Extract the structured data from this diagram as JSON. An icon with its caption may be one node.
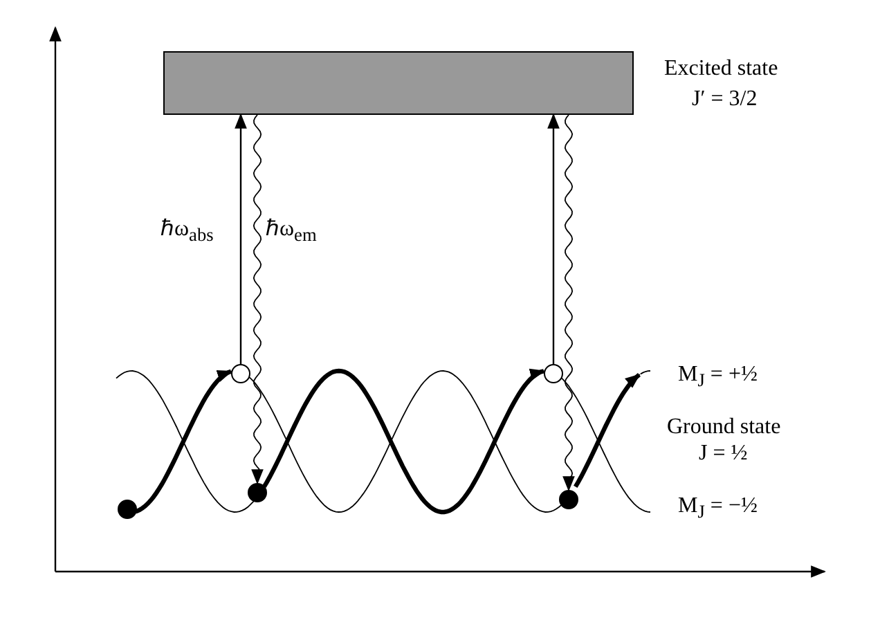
{
  "diagram": {
    "nodes": [
      {
        "text": [],
        "shape": "box",
        "beside": [
          "Excited state",
          "J′ = 3/2"
        ]
      },
      {
        "text": [],
        "shape": "circle"
      },
      {
        "text": [],
        "shape": "circle"
      },
      {
        "text": [],
        "shape": "circle"
      },
      {
        "text": [],
        "shape": "circle"
      },
      {
        "text": [],
        "shape": "circle"
      }
    ],
    "edges": [
      {
        "from": 1,
        "to": 2,
        "arrow": "to",
        "style": "thick"
      },
      {
        "from": 2,
        "to": 0,
        "arrow": "to",
        "label": "ℏω$_{abs}$"
      },
      {
        "from": 0,
        "to": 3,
        "arrow": "to",
        "label": "ℏω$_{em}$"
      },
      {
        "from": 3,
        "to": 4,
        "arrow": "to",
        "style": "thick"
      },
      {
        "from": 4,
        "to": 0,
        "arrow": "to"
      },
      {
        "from": 0,
        "to": 5,
        "arrow": "to"
      },
      {
        "from": 5,
        "to": null,
        "arrow": "to",
        "style": "thick"
      }
    ],
    "labels": [
      "M$_{J}$ = +½",
      "Ground state",
      "J = ½",
      "M$_{J}$ = −½"
    ]
  }
}
